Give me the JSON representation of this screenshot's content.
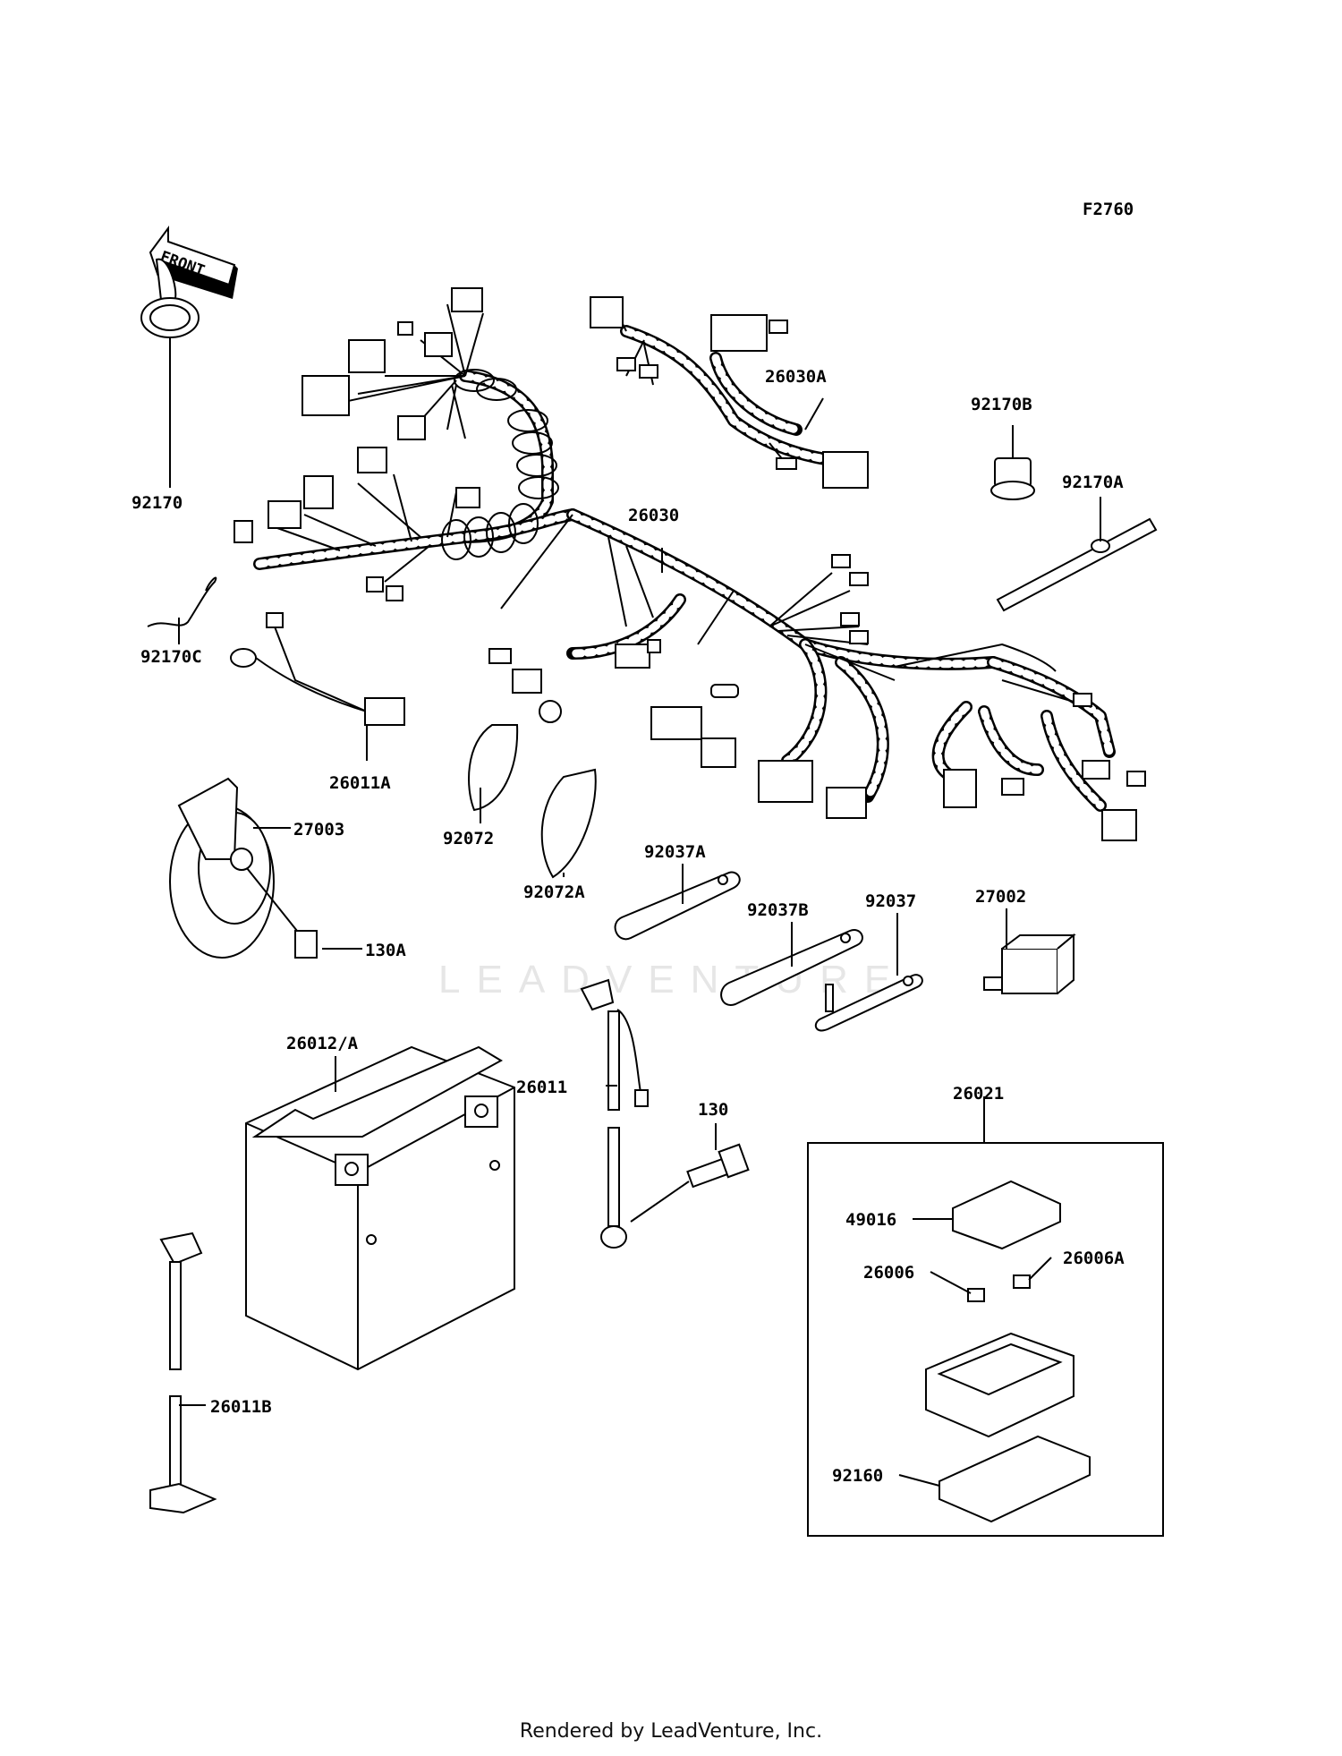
{
  "diagram": {
    "figure_code": "F2760",
    "front_arrow": "FRONT",
    "watermark": "LEADVENTURE",
    "labels": {
      "l26030": "26030",
      "l26030A": "26030A",
      "l92170B": "92170B",
      "l92170A": "92170A",
      "l92170": "92170",
      "l92170C": "92170C",
      "l26011A": "26011A",
      "l27003": "27003",
      "l130A": "130A",
      "l92072": "92072",
      "l92072A": "92072A",
      "l92037A": "92037A",
      "l92037B": "92037B",
      "l92037": "92037",
      "l27002": "27002",
      "l26012A": "26012/A",
      "l26011": "26011",
      "l130": "130",
      "l26021": "26021",
      "l49016": "49016",
      "l26006": "26006",
      "l26006A": "26006A",
      "l92160": "92160",
      "l26011B": "26011B"
    }
  },
  "footer": {
    "text": "Rendered by LeadVenture, Inc."
  }
}
